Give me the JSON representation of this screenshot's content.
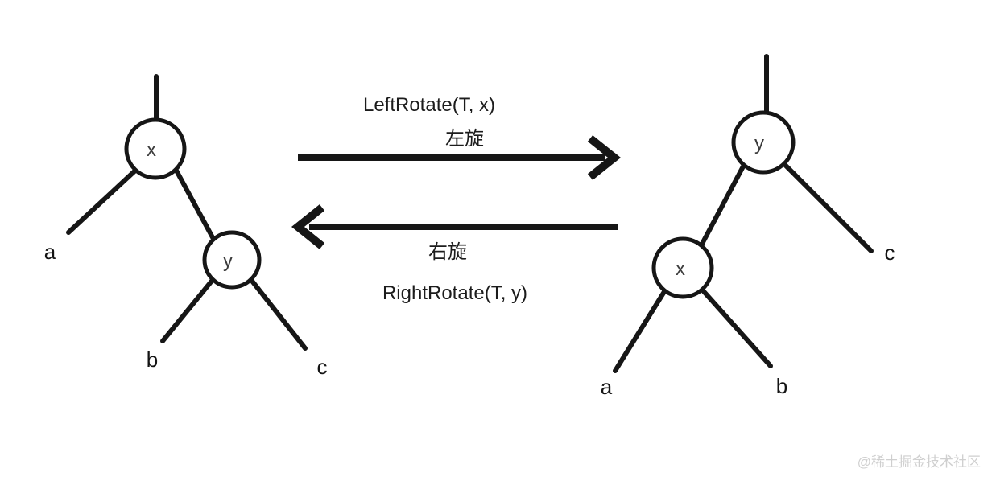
{
  "canvas": {
    "background": "#ffffff",
    "ink_color": "#161616",
    "watermark_color": "#cfcfcf"
  },
  "arrows": {
    "top_label_fn": "LeftRotate(T, x)",
    "top_label_cn": "左旋",
    "bottom_label_cn": "右旋",
    "bottom_label_fn": "RightRotate(T, y)"
  },
  "left_tree": {
    "root": "x",
    "right_child": "y",
    "leaves": {
      "a": "a",
      "b": "b",
      "c": "c"
    }
  },
  "right_tree": {
    "root": "y",
    "left_child": "x",
    "leaves": {
      "a": "a",
      "b": "b",
      "c": "c"
    }
  },
  "watermark": "@稀土掘金技术社区"
}
